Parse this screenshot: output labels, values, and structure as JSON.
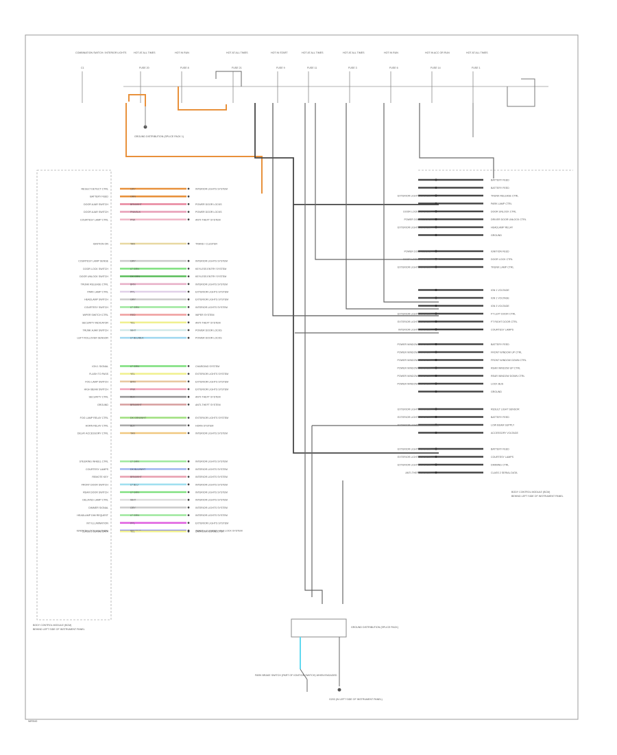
{
  "footer": {
    "code": "WIRING"
  },
  "top_components": [
    {
      "name": "COMBINATION SWITCH / INTERIOR LIGHTS",
      "pin": "C1"
    },
    {
      "name": "HOT AT ALL TIMES",
      "pin": "FUSE 20"
    },
    {
      "name": "HOT IN RUN",
      "pin": "FUSE 8"
    },
    {
      "name": "HOT AT ALL TIMES",
      "pin": "FUSE 21"
    },
    {
      "name": "HOT IN START",
      "pin": "FUSE 9"
    },
    {
      "name": "HOT AT ALL TIMES",
      "pin": "FUSE 11"
    },
    {
      "name": "HOT AT ALL TIMES",
      "pin": "FUSE 3"
    },
    {
      "name": "HOT IN RUN",
      "pin": "FUSE 6"
    },
    {
      "name": "HOT IN ACC OR RUN",
      "pin": "FUSE 14"
    },
    {
      "name": "HOT AT ALL TIMES",
      "pin": "FUSE 1"
    }
  ],
  "left_module": {
    "title": "BODY CONTROL MODULE (BCM)",
    "subtitle": "BEHIND LEFT SIDE OF INSTRUMENT PANEL",
    "rows": [
      {
        "func": "RESULT DETECT CTRL",
        "color": "GRY",
        "dest": "INTERIOR LIGHTS SYSTEM",
        "wire": "#e8903a"
      },
      {
        "func": "BATTERY FEED",
        "color": "ORN",
        "dest": "",
        "wire": "#e8903a"
      },
      {
        "func": "DOOR AJAR SWITCH",
        "color": "BRN/WHT",
        "dest": "POWER DOOR LOCKS",
        "wire": "#e88aa0"
      },
      {
        "func": "DOOR AJAR SWITCH",
        "color": "PNK/BLK",
        "dest": "POWER DOOR LOCKS",
        "wire": "#e8a0b8"
      },
      {
        "func": "COURTESY LAMP CTRL",
        "color": "PNK",
        "dest": "ANTI-THEFT SYSTEM",
        "wire": "#f0b8c8"
      },
      {
        "func": "IGNITION ON",
        "color": "TAN",
        "dest": "TRANS / CLUSTER",
        "wire": "#e8d8a0"
      },
      {
        "func": "COURTESY LAMP SENSE",
        "color": "GRY",
        "dest": "INTERIOR LIGHTS SYSTEM",
        "wire": "#cccccc"
      },
      {
        "func": "DOOR LOCK SWITCH",
        "color": "LT GRN",
        "dest": "KEYLESS ENTRY SYSTEM",
        "wire": "#80e080"
      },
      {
        "func": "DOOR UNLOCK SWITCH",
        "color": "DK GRN",
        "dest": "KEYLESS ENTRY SYSTEM",
        "wire": "#60c060"
      },
      {
        "func": "TRUNK RELEASE CTRL",
        "color": "BRN",
        "dest": "INTERIOR LIGHTS SYSTEM",
        "wire": "#e8b0c8"
      },
      {
        "func": "PARK LAMP CTRL",
        "color": "PPL",
        "dest": "EXTERIOR LIGHTS SYSTEM",
        "wire": "#e0d0e8"
      },
      {
        "func": "HEADLAMP SWITCH",
        "color": "GRY",
        "dest": "EXTERIOR LIGHTS SYSTEM",
        "wire": "#cccccc"
      },
      {
        "func": "COURTESY SWITCH",
        "color": "LT GRN",
        "dest": "INTERIOR LIGHTS SYSTEM",
        "wire": "#a0e8a0"
      },
      {
        "func": "WIPER SWITCH CTRL",
        "color": "RED",
        "dest": "WIPER SYSTEM",
        "wire": "#f0a0a0"
      },
      {
        "func": "SECURITY INDICATOR",
        "color": "YEL",
        "dest": "ANTI-THEFT SYSTEM",
        "wire": "#f0f090"
      },
      {
        "func": "TRUNK AJAR SWITCH",
        "color": "WHT",
        "dest": "POWER DOOR LOCKS",
        "wire": "#d0e8e8"
      },
      {
        "func": "LEFT ROLLOVER SENSOR",
        "color": "LT BLU/BLK",
        "dest": "POWER DOOR LOCKS",
        "wire": "#a0d8f0"
      },
      {
        "func": "IGN 1 SIGNAL",
        "color": "LT GRN",
        "dest": "CHARGING SYSTEM",
        "wire": "#80e080"
      },
      {
        "func": "FLASH TO PASS",
        "color": "YEL",
        "dest": "EXTERIOR LIGHTS SYSTEM",
        "wire": "#f0f090"
      },
      {
        "func": "FOG LAMP SWITCH",
        "color": "BRN",
        "dest": "EXTERIOR LIGHTS SYSTEM",
        "wire": "#e8c8a0"
      },
      {
        "func": "HIGH BEAM SWITCH",
        "color": "PNK",
        "dest": "EXTERIOR LIGHTS SYSTEM",
        "wire": "#f0a0b8"
      },
      {
        "func": "SECURITY CTRL",
        "color": "BLK",
        "dest": "ANTI-THEFT SYSTEM",
        "wire": "#999999"
      },
      {
        "func": "GROUND",
        "color": "BRN/WHT",
        "dest": "ANTI-THEFT SYSTEM",
        "wire": "#d8a0a0"
      },
      {
        "func": "FOG LAMP RELAY CTRL",
        "color": "DK GRN/WHT",
        "dest": "EXTERIOR LIGHTS SYSTEM",
        "wire": "#a0e080"
      },
      {
        "func": "HORN RELAY CTRL",
        "color": "BLK",
        "dest": "HORN SYSTEM",
        "wire": "#aaaaaa"
      },
      {
        "func": "DELAY ACCESSORY CTRL",
        "color": "TAN",
        "dest": "INTERIOR LIGHTS SYSTEM",
        "wire": "#f0c880"
      },
      {
        "func": "STEERING WHEEL CTRL",
        "color": "LT GRN",
        "dest": "INTERIOR LIGHTS SYSTEM",
        "wire": "#a0e8a0"
      },
      {
        "func": "COURTESY LAMPS",
        "color": "DK BLU/WHT",
        "dest": "INTERIOR LIGHTS SYSTEM",
        "wire": "#a0b8f0"
      },
      {
        "func": "REMOTE KEY",
        "color": "BRN/WHT",
        "dest": "INTERIOR LIGHTS SYSTEM",
        "wire": "#e8a0b0"
      },
      {
        "func": "FRONT DOOR SWITCH",
        "color": "LT BLU",
        "dest": "INTERIOR LIGHTS SYSTEM",
        "wire": "#a0e0f0"
      },
      {
        "func": "REAR DOOR SWITCH",
        "color": "LT GRN",
        "dest": "INTERIOR LIGHTS SYSTEM",
        "wire": "#80e080"
      },
      {
        "func": "DELAYED LAMP CTRL",
        "color": "WHT",
        "dest": "INTERIOR LIGHTS SYSTEM",
        "wire": "#dddddd"
      },
      {
        "func": "DIMMER SIGNAL",
        "color": "GRY",
        "dest": "INTERIOR LIGHTS SYSTEM",
        "wire": "#cccccc"
      },
      {
        "func": "HEADLAMP DIM REQUEST",
        "color": "LT GRN",
        "dest": "INTERIOR LIGHTS SYSTEM",
        "wire": "#a0e8a0"
      },
      {
        "func": "INT ILLUMINATION",
        "color": "PPL",
        "dest": "EXTERIOR LIGHTS SYSTEM",
        "wire": "#e060e0"
      },
      {
        "func": "IGNITION LOCK SOLENOID",
        "color": "PPL/WHT",
        "dest": "TRANS / CLUSTER / KEY LOCK SYSTEM",
        "wire": "#8080f0"
      },
      {
        "func": "CLASS 2 SERIAL DATA",
        "color": "YEL",
        "dest": "DATA LINK CONNECTOR",
        "wire": "#f0f090"
      }
    ]
  },
  "right_module": {
    "title": "BODY CONTROL MODULE (BCM)",
    "subtitle": "BEHIND LEFT SIDE OF INSTRUMENT PANEL",
    "rows": [
      {
        "func": "BATTERY FEED",
        "dest": ""
      },
      {
        "func": "BATTERY FEED",
        "dest": ""
      },
      {
        "func": "TRUNK RELEASE CTRL",
        "dest": "EXTERIOR LIGHTS SYSTEM"
      },
      {
        "func": "PARK LAMP CTRL",
        "dest": ""
      },
      {
        "func": "DOOR UNLOCK CTRL",
        "dest": "DOOR LOCKS SYSTEM"
      },
      {
        "func": "DRIVER DOOR UNLOCK CTRL",
        "dest": "POWER DOOR LOCKS"
      },
      {
        "func": "HEADLAMP RELAY",
        "dest": "EXTERIOR LIGHTS SYSTEM"
      },
      {
        "func": "GROUND",
        "dest": ""
      },
      {
        "func": "IGNITION FEED",
        "dest": "POWER DOOR LOCKS"
      },
      {
        "func": "DOOR LOCK CTRL",
        "dest": "DOOR LOCKS SYSTEM"
      },
      {
        "func": "TRUNK LAMP CTRL",
        "dest": "EXTERIOR LIGHTS SYSTEM"
      },
      {
        "func": "IGN 1 VOLTAGE",
        "dest": ""
      },
      {
        "func": "IGN 1 VOLTAGE",
        "dest": ""
      },
      {
        "func": "IGN 3 VOLTAGE",
        "dest": ""
      },
      {
        "func": "FT LEFT DOOR CTRL",
        "dest": "EXTERIOR LIGHTS SYSTEM"
      },
      {
        "func": "FT RIGHT DOOR CTRL",
        "dest": "EXTERIOR LIGHTS SYSTEM"
      },
      {
        "func": "COURTESY LAMPS",
        "dest": "INTERIOR LIGHTS SYSTEM"
      },
      {
        "func": "BATTERY FEED",
        "dest": "POWER WINDOWS SYSTEM"
      },
      {
        "func": "FRONT WINDOW UP CTRL",
        "dest": "POWER WINDOWS SYSTEM"
      },
      {
        "func": "FRONT WINDOW DOWN CTRL",
        "dest": "POWER WINDOWS SYSTEM"
      },
      {
        "func": "REAR WINDOW UP CTRL",
        "dest": "POWER WINDOWS SYSTEM"
      },
      {
        "func": "REAR WINDOW DOWN CTRL",
        "dest": "POWER WINDOWS SYSTEM"
      },
      {
        "func": "LOCK BUS",
        "dest": "POWER WINDOWS SYSTEM"
      },
      {
        "func": "GROUND",
        "dest": ""
      },
      {
        "func": "RESULT LIGHT SENSOR",
        "dest": "EXTERIOR LIGHTS SYSTEM"
      },
      {
        "func": "BATTERY FEED",
        "dest": "EXTERIOR LIGHTS SYSTEM"
      },
      {
        "func": "LOW BEAM SUPPLY",
        "dest": "EXTERIOR LIGHTS SYSTEM"
      },
      {
        "func": "ACCESSORY VOLTAGE",
        "dest": ""
      },
      {
        "func": "BATTERY FEED",
        "dest": "EXTERIOR LIGHTS SYSTEM"
      },
      {
        "func": "COURTESY LAMPS",
        "dest": "EXTERIOR LIGHTS SYSTEM"
      },
      {
        "func": "DIMMING CTRL",
        "dest": "EXTERIOR LIGHTS SYSTEM"
      },
      {
        "func": "CLASS 2 SERIAL DATA",
        "dest": "ANTI-THEFT SYSTEM"
      }
    ]
  },
  "bottom": {
    "ground_left": "PARK BRAKE SWITCH (PART OF IGNITION SWITCH) WHEN ENGAGED",
    "ground_right": "G203 (IN LEFT SIDE OF INSTRUMENT PANEL)",
    "splice": "GROUND DISTRIBUTION (SPLICE PACK)",
    "ground_top": "GROUND DISTRIBUTION (SPLICE PACK 1)"
  },
  "colors": {
    "orange": "#e8903a",
    "dark": "#444444",
    "mid": "#888888",
    "frame": "#999999"
  }
}
